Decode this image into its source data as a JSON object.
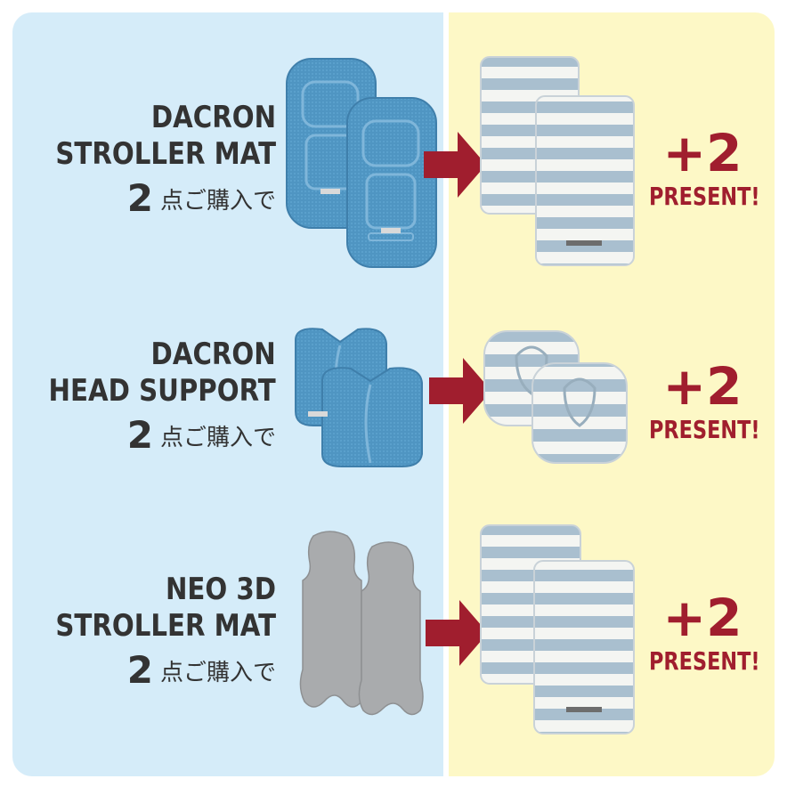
{
  "colors": {
    "left_panel": "#d5ecf9",
    "right_panel": "#fdf8c6",
    "arrow": "#a01e2e",
    "reward_text": "#a01e2e",
    "label_text": "#333333",
    "mat_blue": "#4f93c0",
    "mat_gray": "#a9abad",
    "stripe_blue": "#9fb7c9"
  },
  "rows": [
    {
      "name_line1": "DACRON",
      "name_line2": "STROLLER MAT",
      "qty": "2",
      "condition": "点ご購入で",
      "product_icon": "blue-stroller-mat-icon",
      "gift_icon": "striped-stroller-mat-icon",
      "reward_plus": "+2",
      "reward_label": "PRESENT!"
    },
    {
      "name_line1": "DACRON",
      "name_line2": "HEAD SUPPORT",
      "qty": "2",
      "condition": "点ご購入で",
      "product_icon": "blue-head-support-icon",
      "gift_icon": "striped-head-support-icon",
      "reward_plus": "+2",
      "reward_label": "PRESENT!"
    },
    {
      "name_line1": "NEO 3D",
      "name_line2": "STROLLER MAT",
      "qty": "2",
      "condition": "点ご購入で",
      "product_icon": "gray-stroller-mat-icon",
      "gift_icon": "striped-stroller-mat-icon",
      "reward_plus": "+2",
      "reward_label": "PRESENT!"
    }
  ]
}
